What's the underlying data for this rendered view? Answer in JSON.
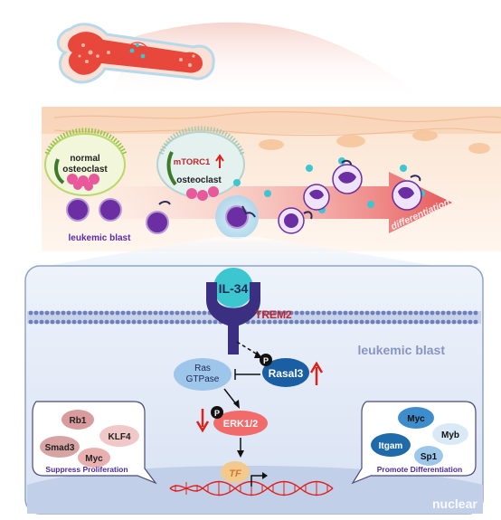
{
  "labels": {
    "normal_osteoclast": [
      "normal",
      "osteoclast"
    ],
    "mtorc1": "mTORC1",
    "osteoclast": "osteoclast",
    "leukemic_blast_top": "leukemic blast",
    "differentiation": "differentiation",
    "il34": "IL-34",
    "trem2": "TREM2",
    "leukemic_blast_membrane": "leukemic blast",
    "p_rasal3": "P",
    "rasal3": "Rasal3",
    "ras_gtpase": [
      "Ras",
      "GTPase"
    ],
    "p_erk": "P",
    "erk": "ERK1/2",
    "tf": "TF",
    "nuclear": "nuclear"
  },
  "left_box": {
    "genes": [
      "Rb1",
      "KLF4",
      "Smad3",
      "Myc"
    ],
    "caption": "Suppress Proliferation"
  },
  "right_box": {
    "genes": [
      "Myc",
      "Myb",
      "Itgam",
      "Sp1"
    ],
    "caption": "Promote Differentiation"
  },
  "colors": {
    "bone": "#e8473c",
    "leukemic_cell": "#7b3fb3",
    "il34": "#3cc6cf",
    "trem2_receptor": "#3a2f80",
    "rasal3": "#1a5ea3",
    "ras_gtpase": "#9ec5ea",
    "erk": "#f26b6b",
    "tf": "#f4c98e",
    "up_arrow": "#e0201b",
    "down_arrow": "#e0201b",
    "left_gene_bubbles": "#e3a7a7",
    "right_gene_bubbles": "#4b96d1",
    "caption_text": "#4b2a9a"
  }
}
